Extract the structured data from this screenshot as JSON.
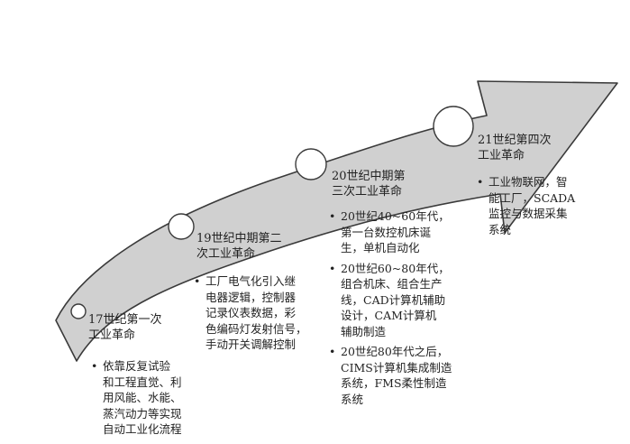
{
  "diagram": {
    "colors": {
      "arrow_fill": "#d0d0d0",
      "arrow_stroke": "#3a3a3a",
      "node_fill": "#ffffff",
      "text": "#222222"
    },
    "eras": [
      {
        "title_lines": [
          "17世纪第一次",
          "工业革命"
        ],
        "bullets": [
          [
            "依靠反复试验",
            "和工程直觉、利",
            "用风能、水能、",
            "蒸汽动力等实现",
            "自动工业化流程"
          ]
        ]
      },
      {
        "title_lines": [
          "19世纪中期第二",
          "次工业革命"
        ],
        "bullets": [
          [
            "工厂电气化引入继",
            "电器逻辑，控制器",
            "记录仪表数据，彩",
            "色编码灯发射信号，",
            "手动开关调解控制"
          ]
        ]
      },
      {
        "title_lines": [
          "20世纪中期第",
          "三次工业革命"
        ],
        "bullets": [
          [
            "20世纪40~60年代，",
            "第一台数控机床诞",
            "生，单机自动化"
          ],
          [
            "20世纪60~80年代，",
            "组合机床、组合生产",
            "线，CAD计算机辅助",
            "设计，CAM计算机",
            "辅助制造"
          ],
          [
            "20世纪80年代之后，",
            "CIMS计算机集成制造",
            "系统，FMS柔性制造",
            "系统"
          ]
        ]
      },
      {
        "title_lines": [
          "21世纪第四次",
          "工业革命"
        ],
        "bullets": [
          [
            "工业物联网，智",
            "能工厂，SCADA",
            "监控与数据采集",
            "系统"
          ]
        ]
      }
    ]
  }
}
